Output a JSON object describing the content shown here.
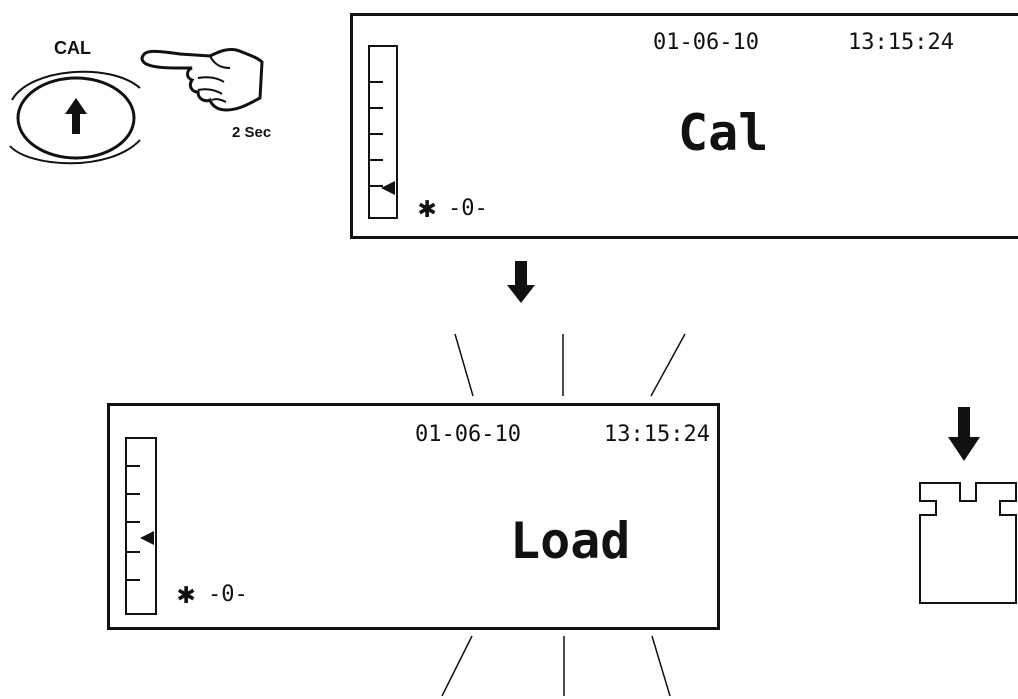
{
  "cal_button": {
    "label": "CAL",
    "hold_text": "2 Sec",
    "icon": "up-arrow-icon"
  },
  "hand_icon": "pointing-hand-icon",
  "display_top": {
    "date": "01-06-10",
    "time": "13:15:24",
    "message": "Cal",
    "star": "✱",
    "zero_indicator": "-0-"
  },
  "display_bottom": {
    "date": "01-06-10",
    "time": "13:15:24",
    "message": "Load",
    "star": "✱",
    "zero_indicator": "-0-"
  },
  "flow_arrow_icon": "down-arrow-icon",
  "weight_icon": "calibration-weight-icon",
  "weight_arrow_icon": "down-arrow-icon"
}
